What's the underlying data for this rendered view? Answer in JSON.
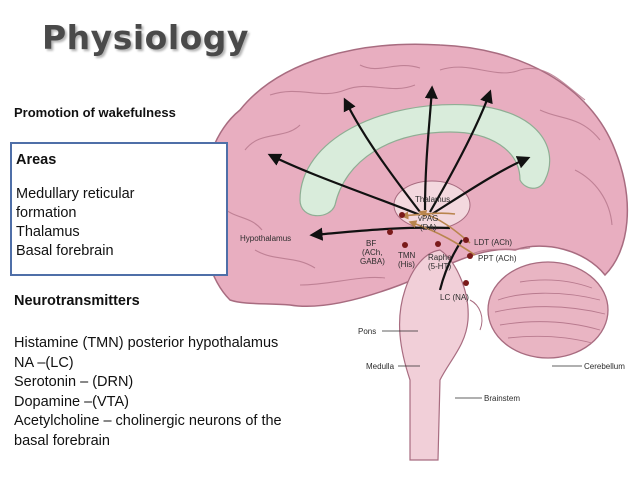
{
  "title": "Physiology",
  "promotion": "Promotion of wakefulness",
  "areas": {
    "title": "Areas",
    "items": [
      "Medullary reticular",
      "formation",
      "Thalamus",
      "Basal forebrain"
    ]
  },
  "neurotransmitters": {
    "title": "Neurotransmitters",
    "items": [
      "Histamine (TMN)  posterior hypothalamus",
      "NA –(LC)",
      "Serotonin – (DRN)",
      "Dopamine –(VTA)",
      "Acetylcholine – cholinergic neurons of the",
      "basal forebrain"
    ]
  },
  "diagram": {
    "labels": {
      "thalamus": "Thalamus",
      "vpag": "vPAG",
      "da": "(DA)",
      "hypothalamus": "Hypothalamus",
      "bf": "BF",
      "ach_bf": "(ACh,",
      "gaba": "GABA)",
      "tmn": "TMN",
      "his": "(His)",
      "raphe": "Raphe",
      "ht": "(5-HT)",
      "ldt": "LDT (ACh)",
      "ppt": "PPT (ACh)",
      "lc": "LC (NA)",
      "pons": "Pons",
      "medulla": "Medulla",
      "cerebellum": "Cerebellum",
      "brainstem": "Brainstem"
    },
    "colors": {
      "cortex": "#e8aec0",
      "cortex_outline": "#a86c80",
      "corpus": "#d9ecdb",
      "brainstem": "#f1cfd8",
      "cerebellum": "#e9b5c3",
      "arrow_black": "#111111",
      "arrow_brown": "#b9854e",
      "dot": "#7a1a1a"
    }
  }
}
